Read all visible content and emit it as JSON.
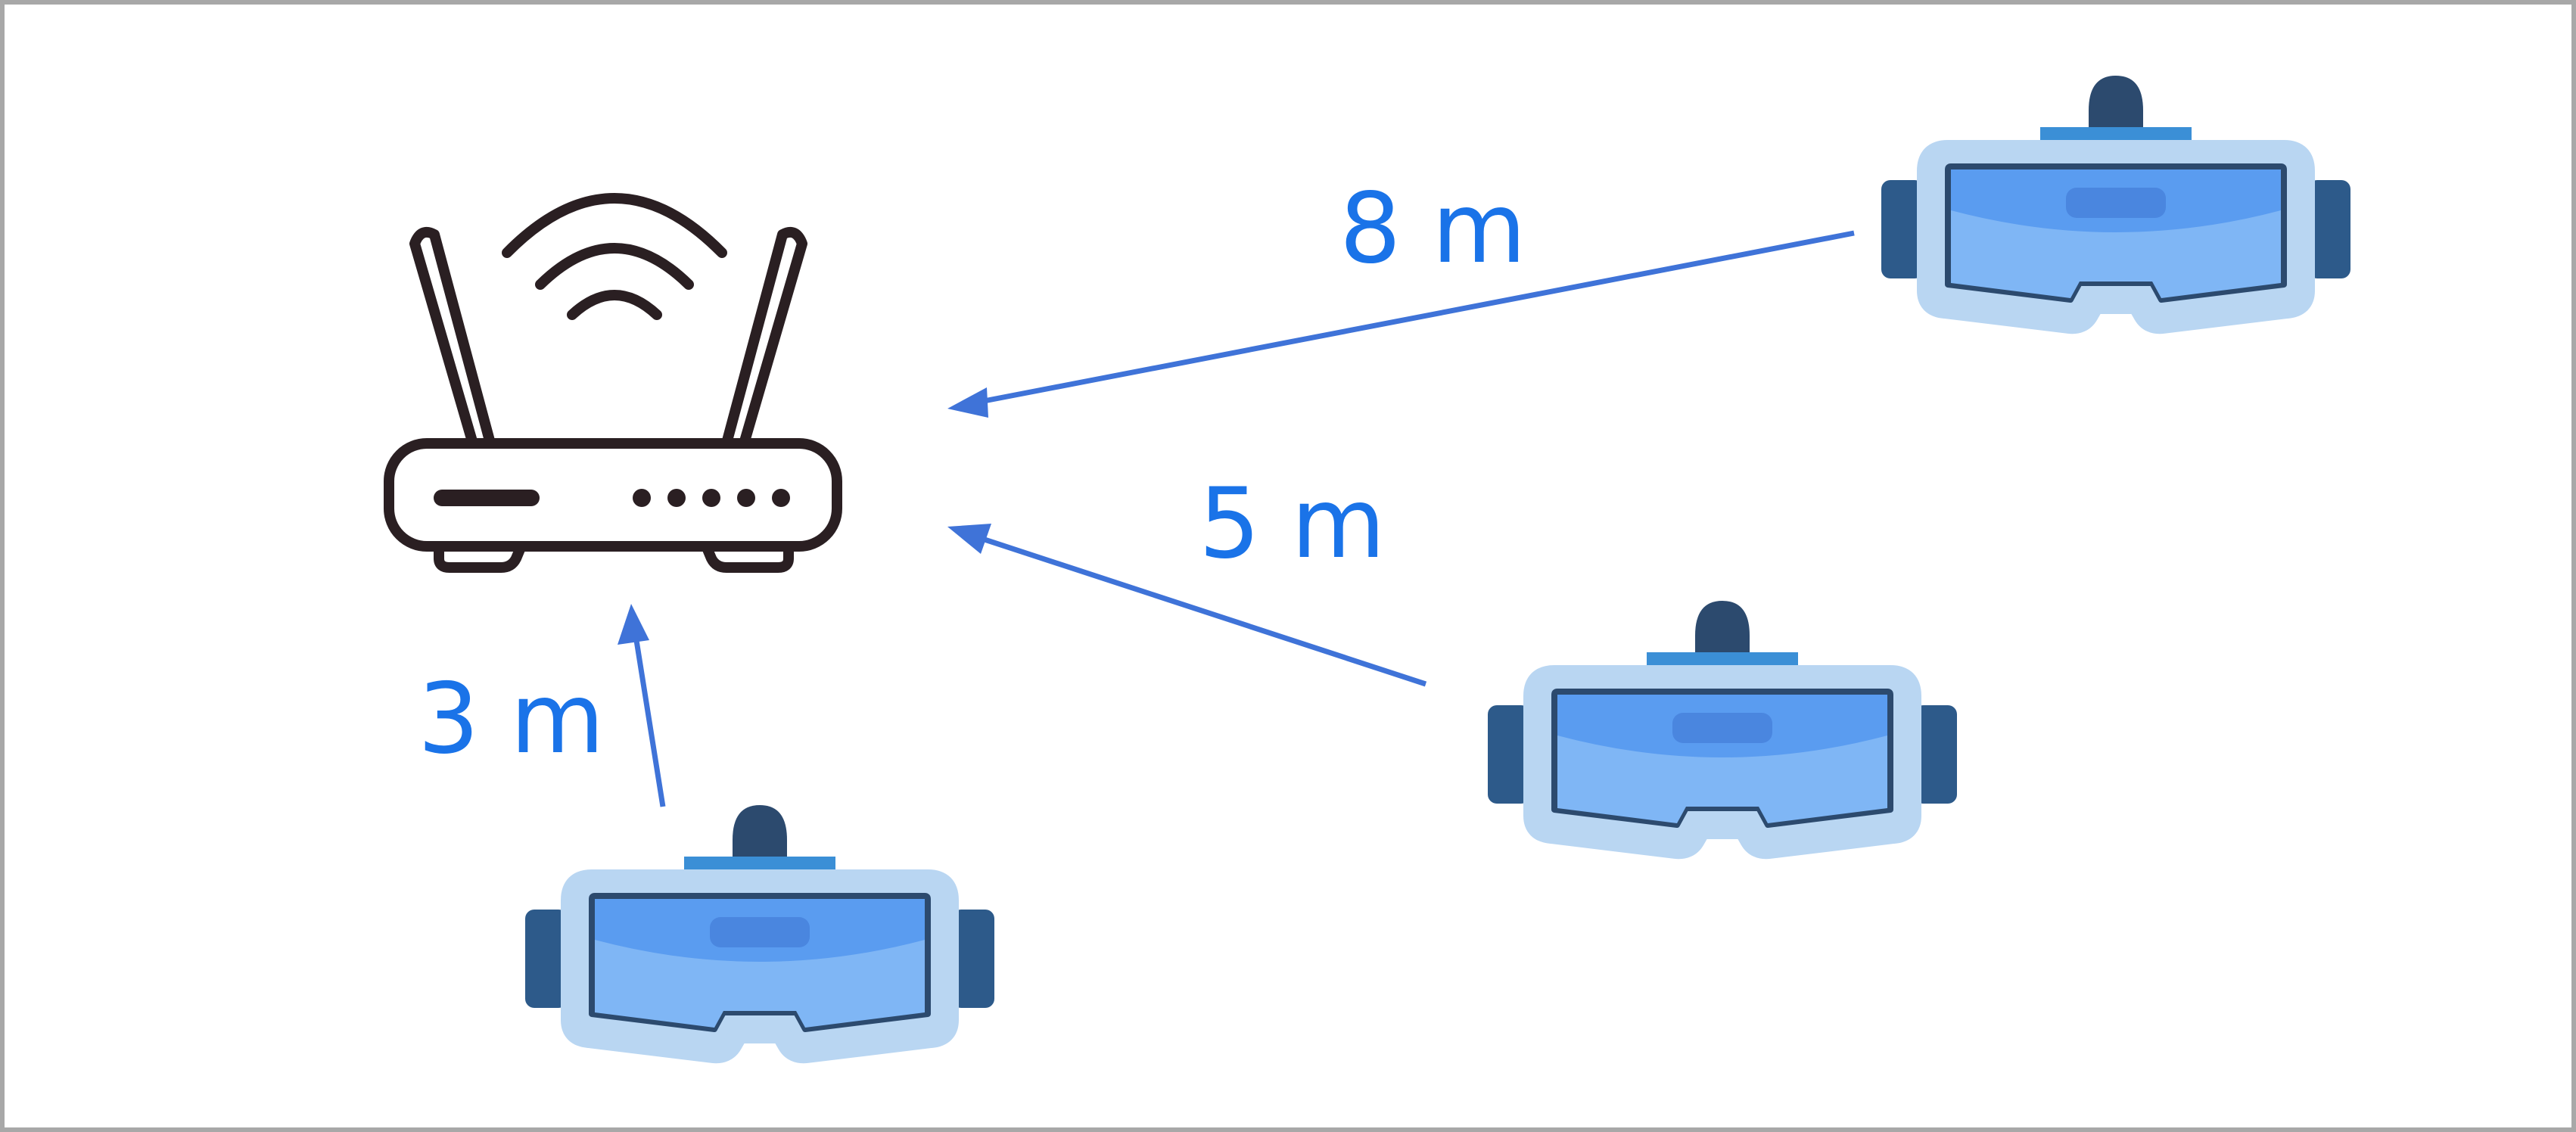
{
  "labels": {
    "far": "8 m",
    "mid": "5 m",
    "near": "3 m"
  },
  "colors": {
    "border": "#a8a8a8",
    "arrow": "#3f73d8",
    "label": "#1a73e8",
    "router_stroke": "#2a1f22",
    "headset_outline": "#b9d6f2",
    "headset_lens": "#5a9cf0",
    "headset_lens_light": "#7fb6f5",
    "headset_frame": "#2c4a6e",
    "headset_side": "#2d5a8a",
    "headset_strap": "#3b8fd6",
    "headset_sensor": "#4a86df"
  },
  "icons": {
    "router": "wifi-router-icon",
    "headset": "vr-headset-icon"
  }
}
